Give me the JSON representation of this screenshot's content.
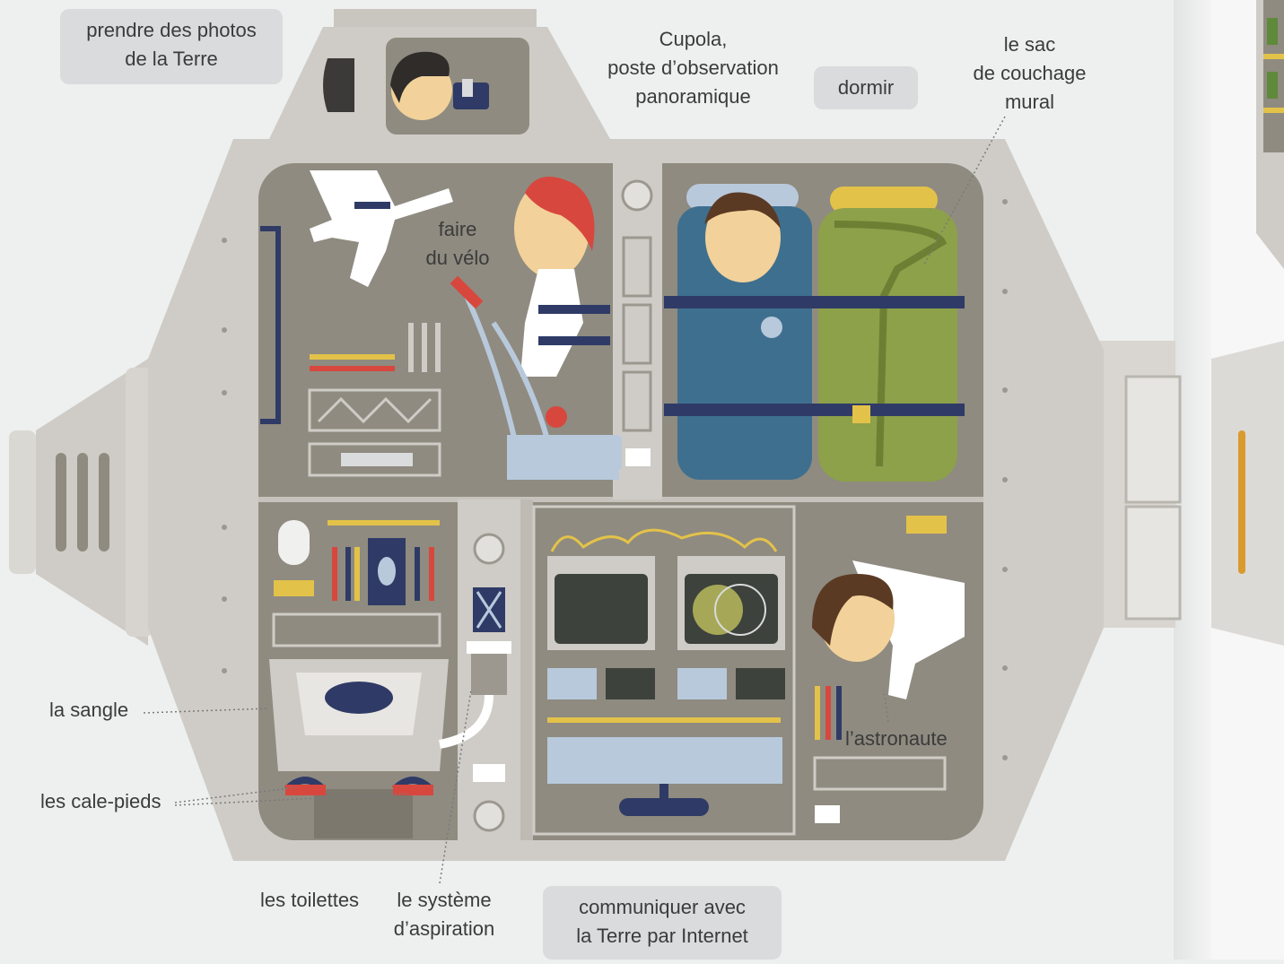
{
  "labels": {
    "photos": [
      "prendre des photos",
      "de la Terre"
    ],
    "cupola": [
      "Cupola,",
      "poste d’observation",
      "panoramique"
    ],
    "dormir": "dormir",
    "sac": [
      "le sac",
      "de couchage",
      "mural"
    ],
    "velo": [
      "faire",
      "du vélo"
    ],
    "sangle": "la sangle",
    "calepieds": "les cale-pieds",
    "astronaute": "l’astronaute",
    "toilettes": "les toilettes",
    "aspiration": [
      "le système",
      "d’aspiration"
    ],
    "communiquer": [
      "communiquer avec",
      "la Terre par Internet"
    ]
  },
  "colors": {
    "hull": "#cfccc7",
    "interior": "#8f8b80",
    "panel": "#7c786e",
    "blue_bag": "#3f6f8f",
    "green_bag": "#8da04a",
    "strap": "#2f3b66",
    "yellow": "#e3c24a",
    "red": "#d8473e",
    "screen": "#3d423c"
  }
}
